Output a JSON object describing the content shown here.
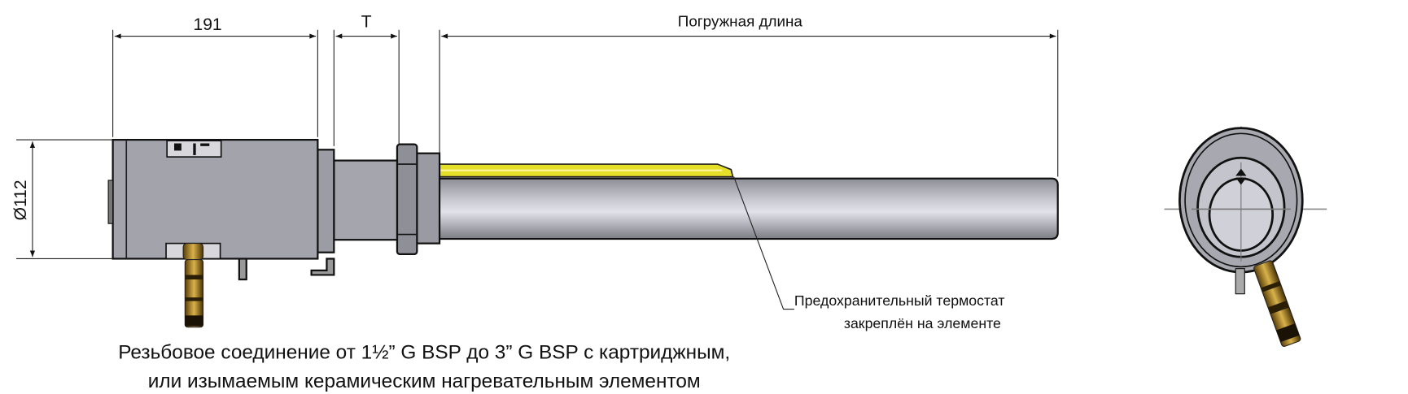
{
  "dimensions": {
    "body_length": "191",
    "thread_length": "T",
    "immersion_length": "Погружная длина",
    "diameter": "Ø112"
  },
  "callout": {
    "line1": "Предохранительный термостат",
    "line2": "закреплён на элементе"
  },
  "caption": {
    "line1": "Резьбовое соединение от 1½” G BSP до 3” G BSP с картриджным,",
    "line2": "или изымаемым керамическим нагревательным элементом"
  },
  "colors": {
    "body": "#a3a3ab",
    "tube": "#b4b4bc",
    "sensor": "#e6df2a",
    "brass": "#b8902a"
  }
}
